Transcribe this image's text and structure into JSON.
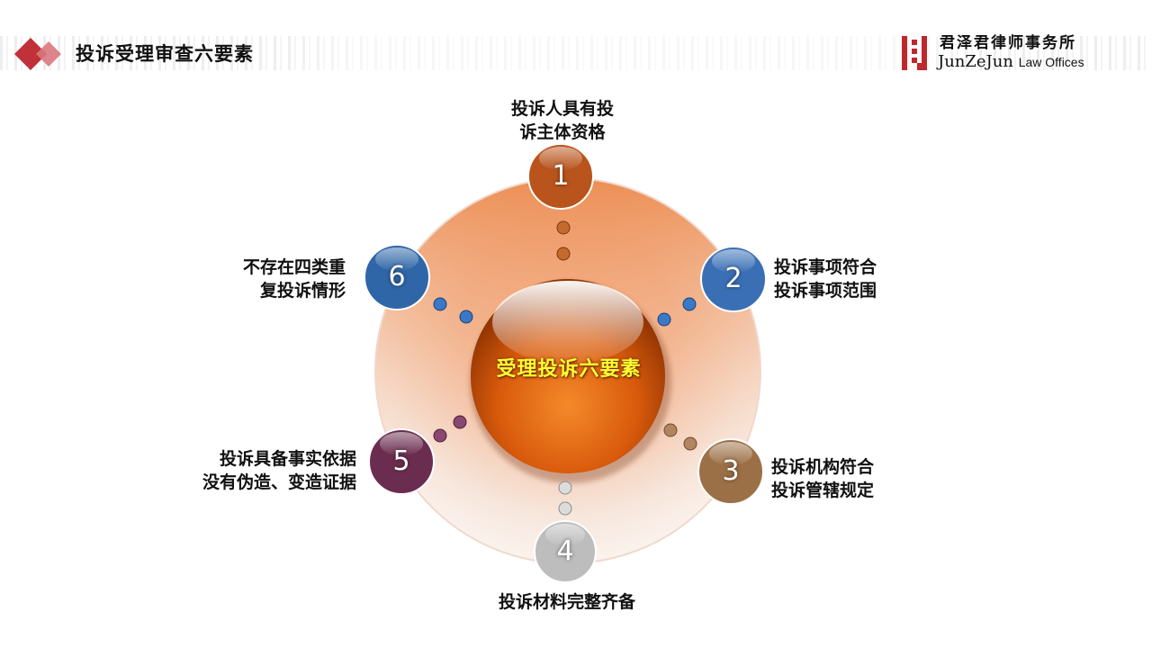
{
  "header": {
    "title": "投诉受理审查六要素",
    "brand_cn": "君泽君律师事务所",
    "brand_en_main": "JunZeJun",
    "brand_en_sub": "Law Offices"
  },
  "diagram": {
    "center_label": "受理投诉六要素",
    "nodes": [
      {
        "number": "1",
        "line1": "投诉人具有投",
        "line2": "诉主体资格",
        "color": "#b8541c"
      },
      {
        "number": "2",
        "line1": "投诉事项符合",
        "line2": "投诉事项范围",
        "color": "#3a6fb5"
      },
      {
        "number": "3",
        "line1": "投诉机构符合",
        "line2": "投诉管辖规定",
        "color": "#9c7046"
      },
      {
        "number": "4",
        "line1": "投诉材料完整齐备",
        "line2": "",
        "color": "#bdbdbd"
      },
      {
        "number": "5",
        "line1": "投诉具备事实依据",
        "line2": "没有伪造、变造证据",
        "color": "#6b2d4f"
      },
      {
        "number": "6",
        "line1": "不存在四类重",
        "line2": "复投诉情形",
        "color": "#2f66a8"
      }
    ]
  },
  "colors": {
    "accent_red": "#c0313a",
    "center_orange": "#e2650f",
    "center_text": "#ffff33"
  }
}
